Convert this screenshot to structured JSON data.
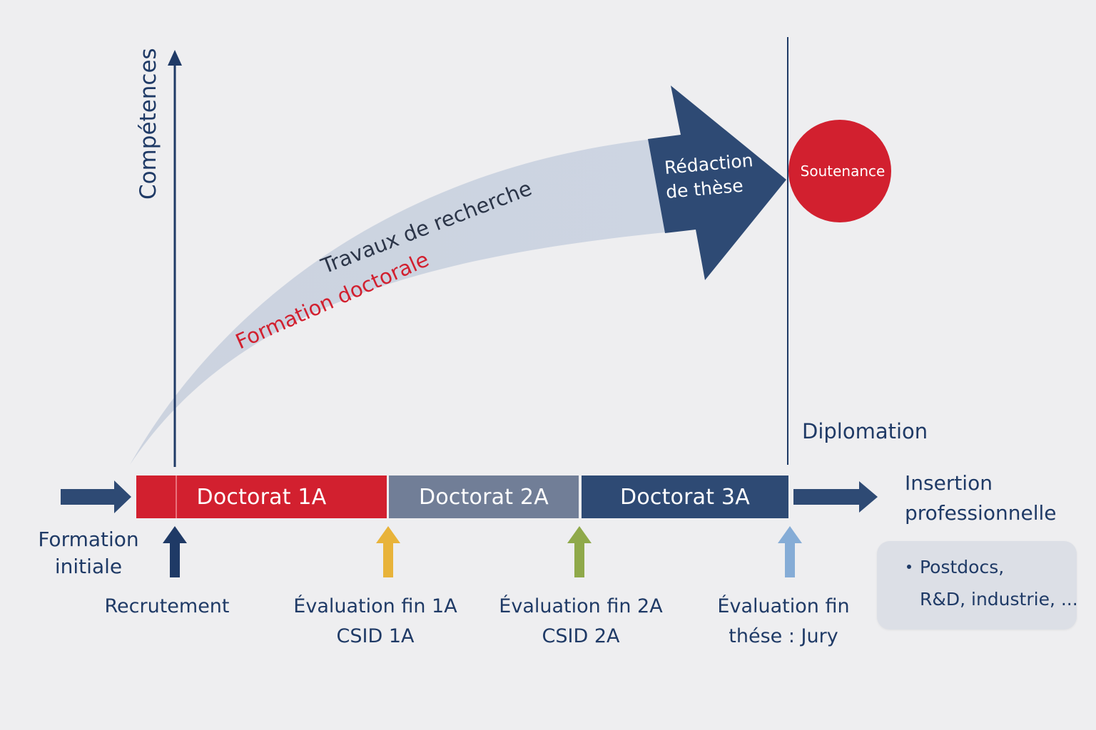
{
  "diagram": {
    "y_axis_label": "Compétences",
    "research_label": "Travaux de recherche",
    "training_label": "Formation doctorale",
    "writing_label_line1": "Rédaction",
    "writing_label_line2": "de thèse",
    "defense_label": "Soutenance",
    "graduation_label": "Diplomation",
    "phases": [
      {
        "label": "Doctorat 1A",
        "color": "#d2202f"
      },
      {
        "label": "Doctorat 2A",
        "color": "#717e97"
      },
      {
        "label": "Doctorat 3A",
        "color": "#2e4a74"
      }
    ],
    "before_label_line1": "Formation",
    "before_label_line2": "initiale",
    "after_label_line1": "Insertion",
    "after_label_line2": "professionnelle",
    "after_items_line1": "Postdocs,",
    "after_items_line2": "R&D, industrie, ...",
    "milestones": [
      {
        "line1": "Recrutement",
        "line2": "",
        "color": "#1f3a66"
      },
      {
        "line1": "Évaluation fin 1A",
        "line2": "CSID 1A",
        "color": "#e8b33a"
      },
      {
        "line1": "Évaluation fin 2A",
        "line2": "CSID 2A",
        "color": "#8fa94a"
      },
      {
        "line1": "Évaluation fin",
        "line2": "thése : Jury",
        "color": "#85acd6"
      }
    ],
    "colors": {
      "navy": "#2e4a74",
      "red": "#d2202f",
      "band": "#cfd6e2",
      "text": "#1f3a66"
    }
  }
}
